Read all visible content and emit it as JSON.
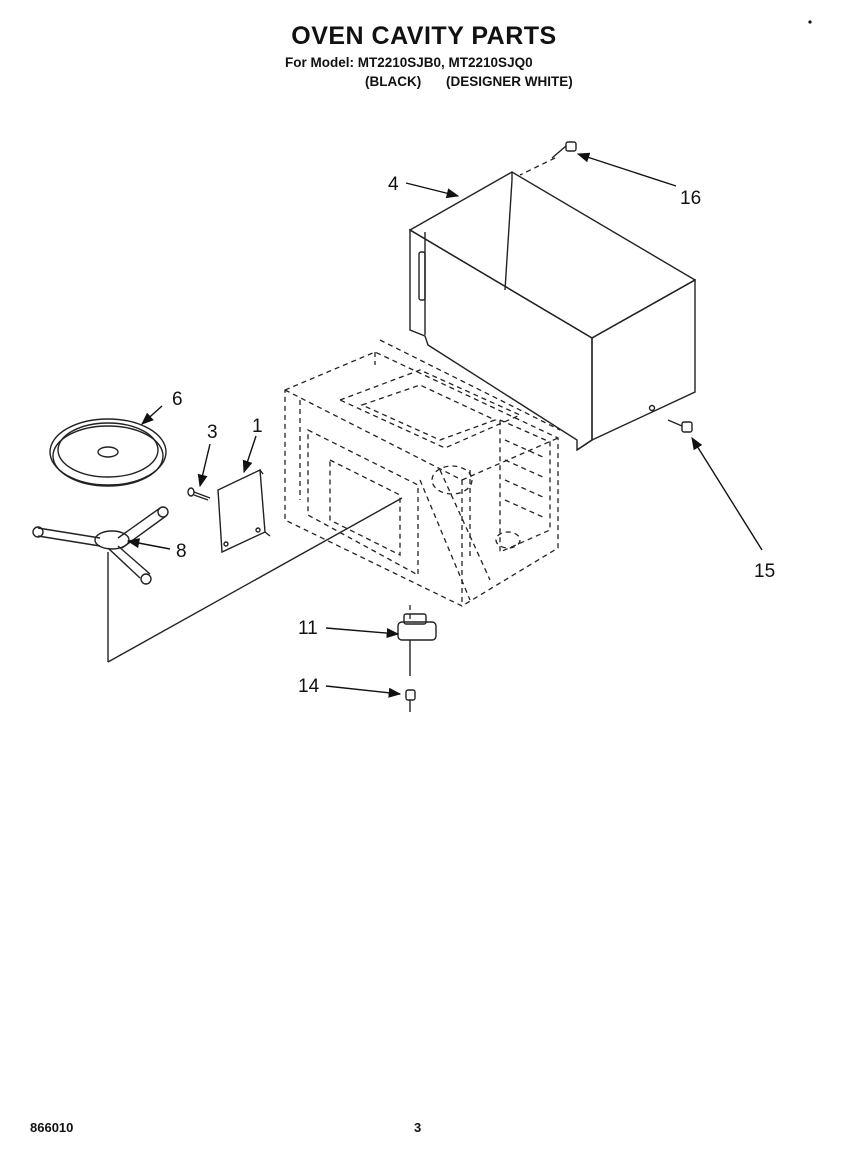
{
  "header": {
    "title": "OVEN CAVITY PARTS",
    "model_line": "For Model: MT2210SJB0, MT2210SJQ0",
    "variant_black": "(BLACK)",
    "variant_white": "(DESIGNER WHITE)"
  },
  "callouts": {
    "c1": "1",
    "c3": "3",
    "c4": "4",
    "c6": "6",
    "c8": "8",
    "c11": "11",
    "c14": "14",
    "c15": "15",
    "c16": "16"
  },
  "footer": {
    "code": "866010",
    "page": "3"
  }
}
